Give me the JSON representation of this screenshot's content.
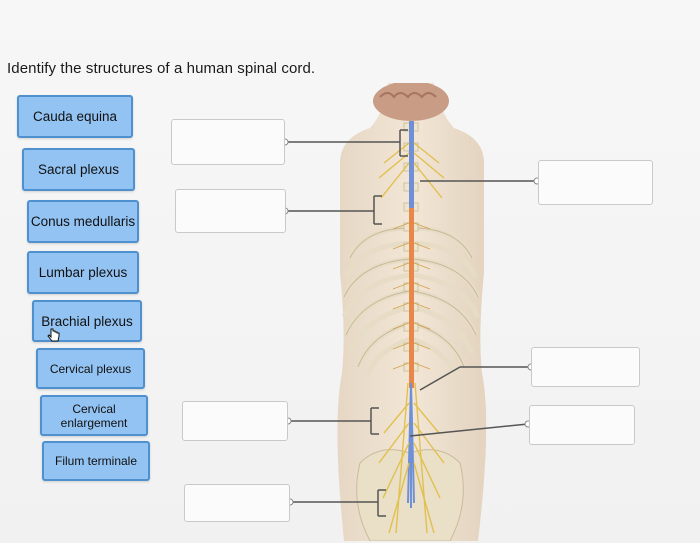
{
  "question": "Identify the structures of a human spinal cord.",
  "labels": [
    "Cauda equina",
    "Sacral plexus",
    "Conus medullaris",
    "Lumbar plexus",
    "Brachial plexus",
    "Cervical plexus",
    "Cervical\nenlargement",
    "Filum terminale"
  ],
  "colors": {
    "label_fill": "#93c3f2",
    "label_border": "#4f90cf",
    "leader_line": "#555555",
    "spinal_cord_orange": "#e8874a",
    "spinal_cord_blue": "#6f8fd6"
  },
  "icons": [
    "hand-pointer-icon"
  ]
}
